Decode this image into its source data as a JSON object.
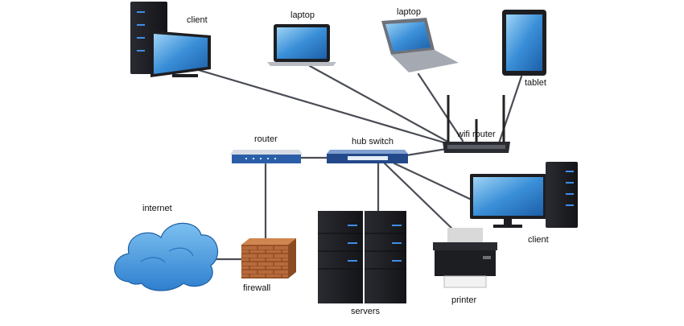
{
  "labels": {
    "client_top": "client",
    "laptop_1": "laptop",
    "laptop_2": "laptop",
    "tablet": "tablet",
    "wifi_router": "wifi router",
    "router": "router",
    "hub_switch": "hub switch",
    "internet": "internet",
    "firewall": "firewall",
    "servers": "servers",
    "printer": "printer",
    "client_right": "client"
  },
  "colors": {
    "tower": "#1c1d22",
    "tower_led": "#3f8ee8",
    "screen": "#3a8fd8",
    "screen_light": "#8cc8f2",
    "cable": "#4a4d55",
    "router_body": "#2c5ea8",
    "cloud": "#4f9ee0",
    "brick": "#b86a3a"
  }
}
